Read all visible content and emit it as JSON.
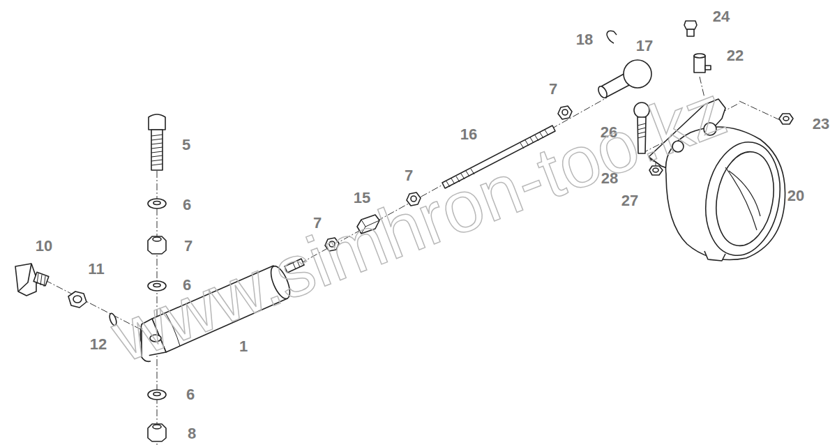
{
  "diagram": {
    "labels": [
      "24",
      "18",
      "17",
      "22",
      "7",
      "23",
      "16",
      "26",
      "5",
      "15",
      "28",
      "7",
      "20",
      "27",
      "6",
      "7",
      "10",
      "7",
      "11",
      "6",
      "12",
      "1",
      "6",
      "8",
      "www.simhron-too.kz"
    ]
  }
}
